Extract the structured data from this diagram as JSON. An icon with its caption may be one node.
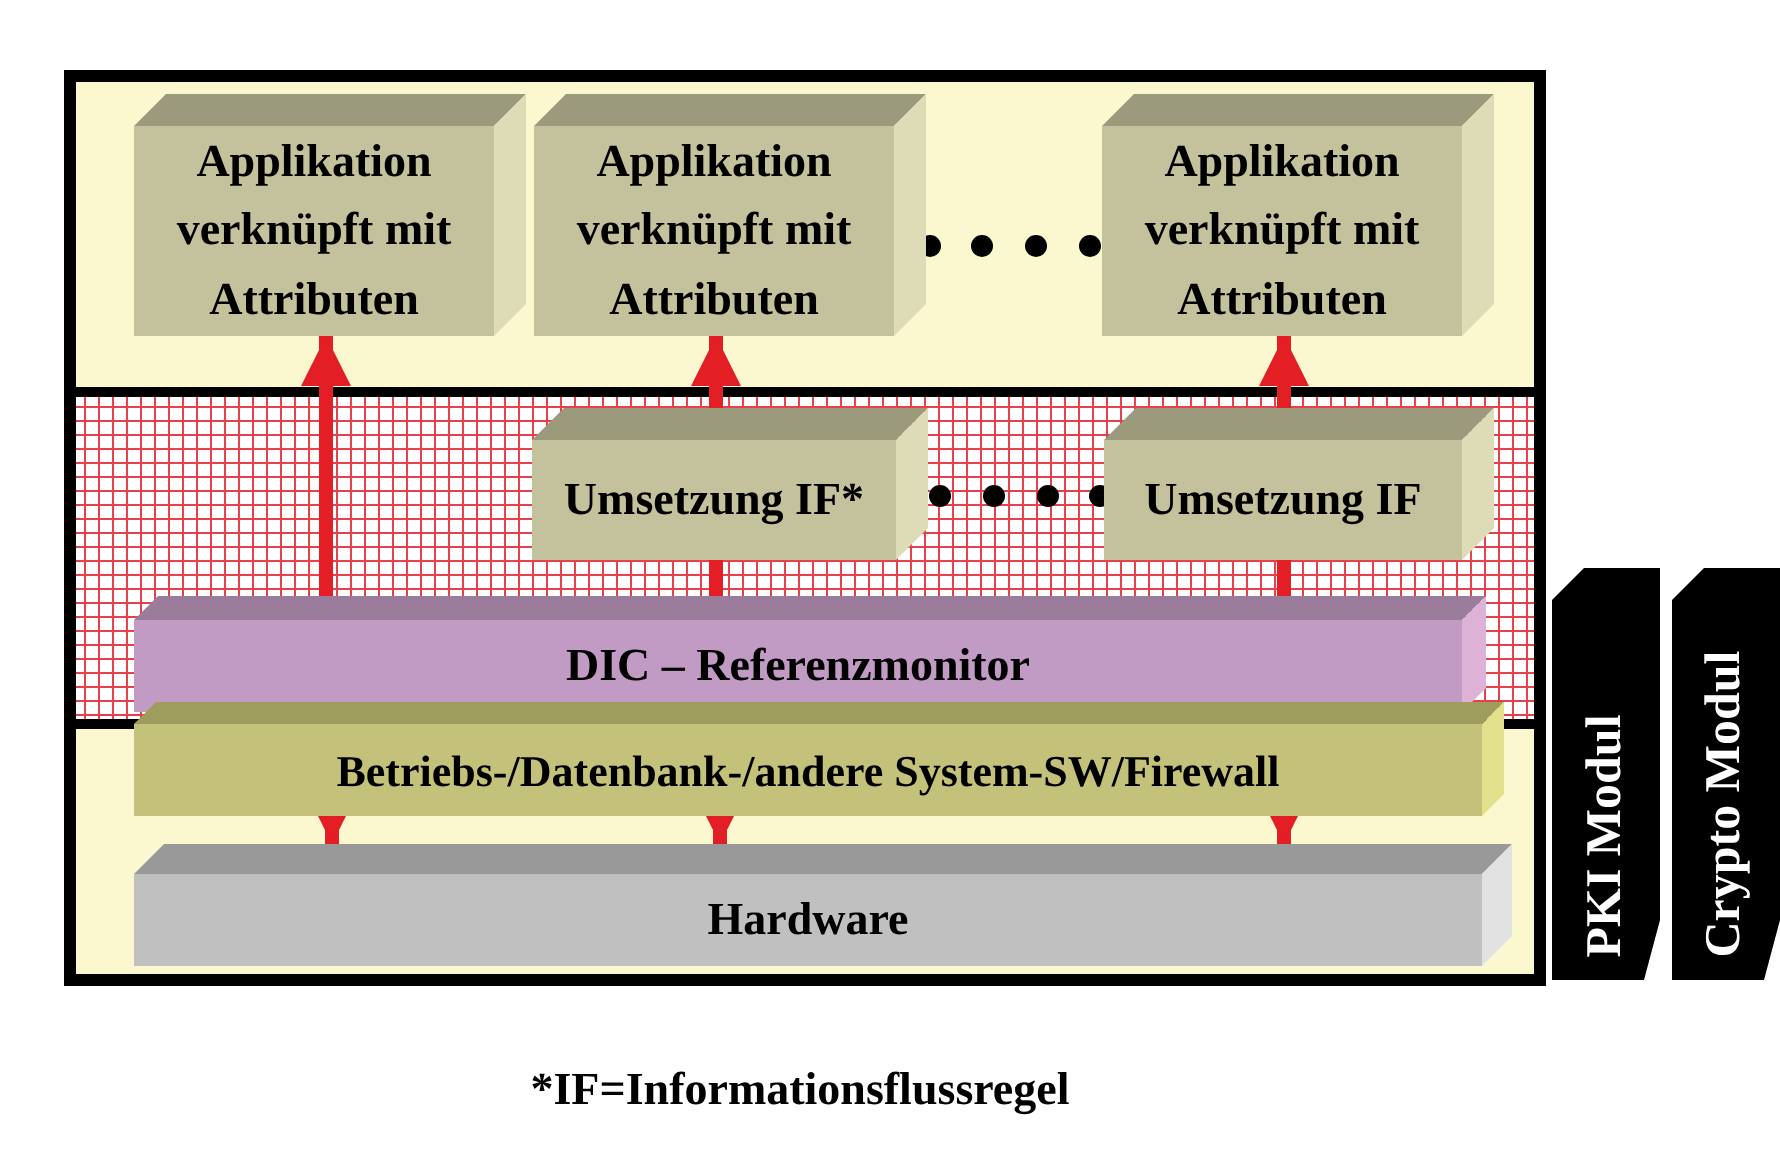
{
  "diagram": {
    "caption": "*IF=Informationsflussregel",
    "nodes": [
      {
        "text": [
          "Applikation verknüpft mit Attributen"
        ]
      },
      {
        "text": [
          "Applikation verknüpft mit Attributen"
        ]
      },
      {
        "text": [
          "Applikation verknüpft mit Attributen"
        ]
      },
      {
        "text": [
          "Umsetzung IF*"
        ]
      },
      {
        "text": [
          "Umsetzung IF"
        ]
      },
      {
        "text": [
          "DIC – Referenzmonitor"
        ]
      },
      {
        "text": [
          "Betriebs-/Datenbank-/andere System-SW/Firewall"
        ]
      },
      {
        "text": [
          "Hardware"
        ]
      },
      {
        "text": [
          "PKI Modul"
        ]
      },
      {
        "text": [
          "Crypto Modul"
        ]
      }
    ],
    "edges": [
      {
        "from": 5,
        "to": 0,
        "arrow": "to"
      },
      {
        "from": 5,
        "to": 3,
        "arrow": "none"
      },
      {
        "from": 3,
        "to": 1,
        "arrow": "to"
      },
      {
        "from": 5,
        "to": 4,
        "arrow": "none"
      },
      {
        "from": 4,
        "to": 2,
        "arrow": "to"
      },
      {
        "from": 6,
        "to": 7,
        "arrow": "to"
      },
      {
        "from": 6,
        "to": 7,
        "arrow": "to"
      },
      {
        "from": 6,
        "to": 7,
        "arrow": "to"
      }
    ]
  }
}
